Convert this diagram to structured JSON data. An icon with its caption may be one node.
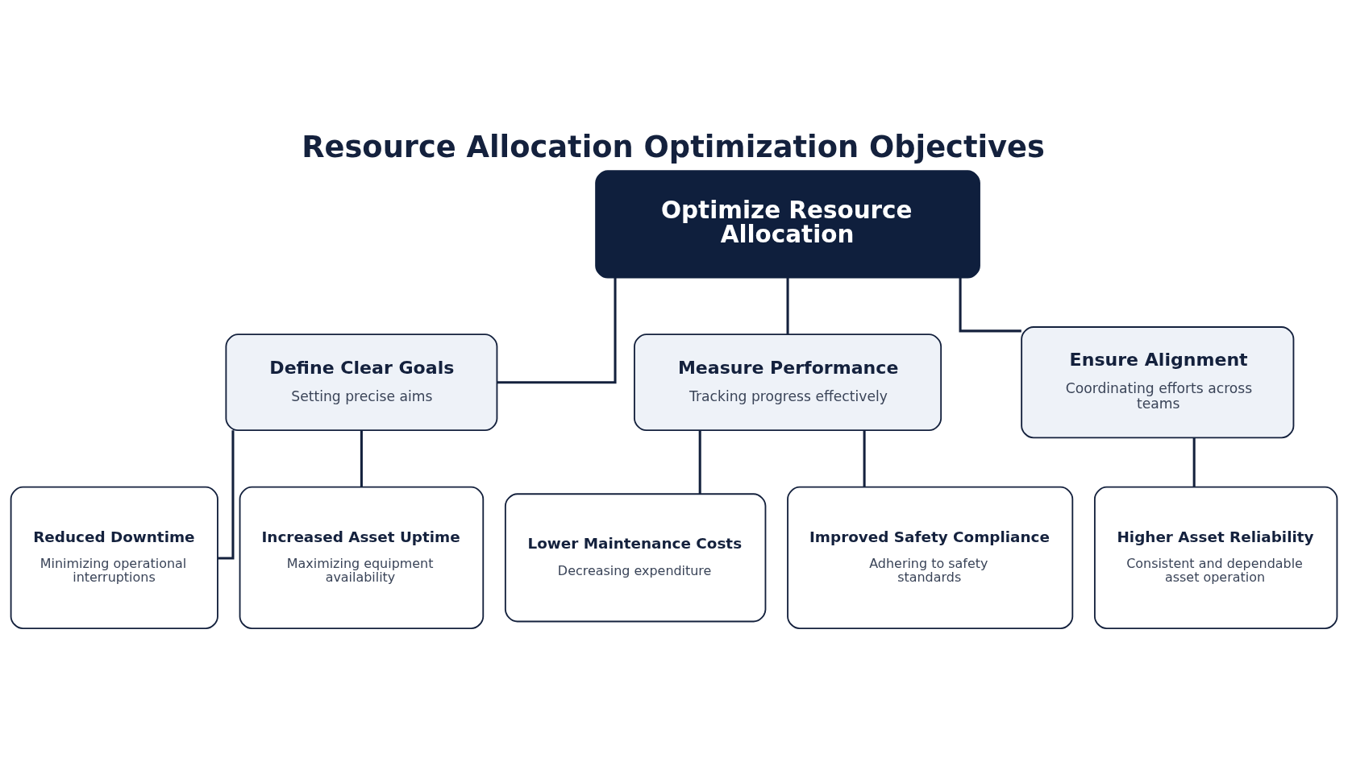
{
  "diagram": {
    "title": "Resource Allocation Optimization Objectives",
    "nodes": [
      {
        "text": [
          "Optimize Resource Allocation"
        ]
      },
      {
        "text": [
          "Define Clear Goals",
          "Setting precise aims"
        ]
      },
      {
        "text": [
          "Measure Performance",
          "Tracking progress effectively"
        ]
      },
      {
        "text": [
          "Ensure Alignment",
          "Coordinating efforts across teams"
        ]
      },
      {
        "text": [
          "Reduced Downtime",
          "Minimizing operational interruptions"
        ]
      },
      {
        "text": [
          "Increased Asset Uptime",
          "Maximizing equipment availability"
        ]
      },
      {
        "text": [
          "Lower Maintenance Costs",
          "Decreasing expenditure"
        ]
      },
      {
        "text": [
          "Improved Safety Compliance",
          "Adhering to safety standards"
        ]
      },
      {
        "text": [
          "Higher Asset Reliability",
          "Consistent and dependable asset operation"
        ]
      }
    ],
    "edges": [
      {
        "from": 0,
        "to": 1,
        "arrow": "none"
      },
      {
        "from": 0,
        "to": 2,
        "arrow": "none"
      },
      {
        "from": 0,
        "to": 3,
        "arrow": "none"
      },
      {
        "from": 1,
        "to": 4,
        "arrow": "none"
      },
      {
        "from": 1,
        "to": 5,
        "arrow": "none"
      },
      {
        "from": 2,
        "to": 6,
        "arrow": "none"
      },
      {
        "from": 2,
        "to": 7,
        "arrow": "none"
      },
      {
        "from": 3,
        "to": 8,
        "arrow": "none"
      }
    ]
  }
}
